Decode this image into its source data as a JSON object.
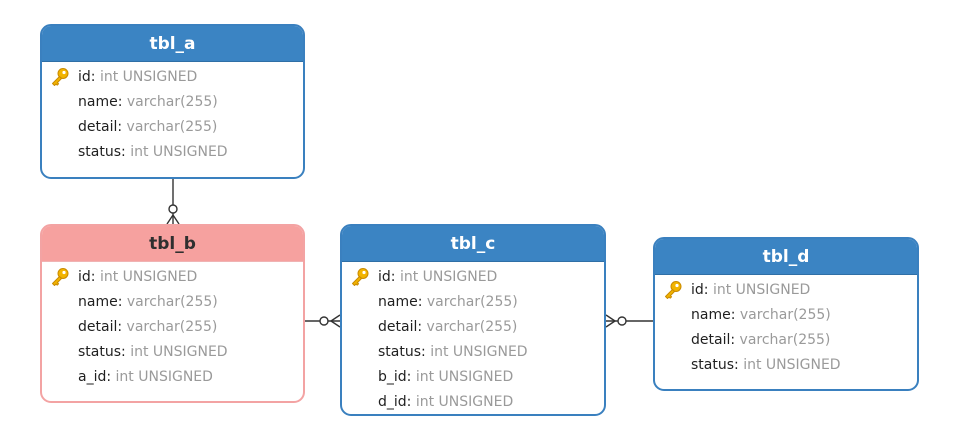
{
  "colors": {
    "header_blue": "#3b84c3",
    "border_blue": "#3a80bf",
    "header_highlight": "#f6a19f",
    "border_highlight": "#f3a3a3",
    "type_text": "#9a9a9a",
    "key_icon": "#f2b400",
    "connector": "#333333"
  },
  "tables": {
    "a": {
      "title": "tbl_a",
      "columns": [
        {
          "name": "id",
          "type": "int UNSIGNED",
          "primary_key": true,
          "icon": "key-icon"
        },
        {
          "name": "name",
          "type": "varchar(255)"
        },
        {
          "name": "detail",
          "type": "varchar(255)"
        },
        {
          "name": "status",
          "type": "int UNSIGNED"
        }
      ]
    },
    "b": {
      "title": "tbl_b",
      "highlighted": true,
      "columns": [
        {
          "name": "id",
          "type": "int UNSIGNED",
          "primary_key": true,
          "icon": "key-icon"
        },
        {
          "name": "name",
          "type": "varchar(255)"
        },
        {
          "name": "detail",
          "type": "varchar(255)"
        },
        {
          "name": "status",
          "type": "int UNSIGNED"
        },
        {
          "name": "a_id",
          "type": "int UNSIGNED"
        }
      ]
    },
    "c": {
      "title": "tbl_c",
      "columns": [
        {
          "name": "id",
          "type": "int UNSIGNED",
          "primary_key": true,
          "icon": "key-icon"
        },
        {
          "name": "name",
          "type": "varchar(255)"
        },
        {
          "name": "detail",
          "type": "varchar(255)"
        },
        {
          "name": "status",
          "type": "int UNSIGNED"
        },
        {
          "name": "b_id",
          "type": "int UNSIGNED"
        },
        {
          "name": "d_id",
          "type": "int UNSIGNED"
        }
      ]
    },
    "d": {
      "title": "tbl_d",
      "columns": [
        {
          "name": "id",
          "type": "int UNSIGNED",
          "primary_key": true,
          "icon": "key-icon"
        },
        {
          "name": "name",
          "type": "varchar(255)"
        },
        {
          "name": "detail",
          "type": "varchar(255)"
        },
        {
          "name": "status",
          "type": "int UNSIGNED"
        }
      ]
    }
  },
  "relationships": [
    {
      "from": "tbl_a",
      "to": "tbl_b",
      "cardinality": "one-to-zero-or-many"
    },
    {
      "from": "tbl_b",
      "to": "tbl_c",
      "cardinality": "one-to-zero-or-many"
    },
    {
      "from": "tbl_d",
      "to": "tbl_c",
      "cardinality": "one-to-zero-or-many"
    }
  ]
}
